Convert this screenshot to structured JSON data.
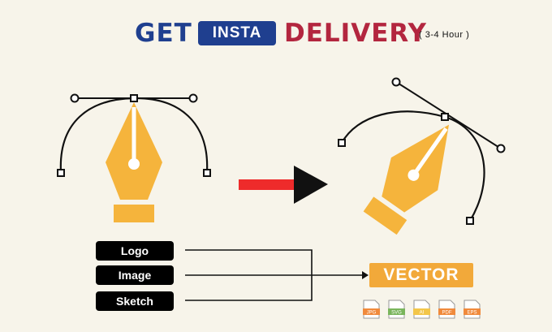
{
  "header": {
    "get": "GET",
    "insta": "INSTA",
    "delivery": "DELIVERY",
    "hours": "( 3-4 Hour )"
  },
  "inputs": [
    {
      "label": "Logo"
    },
    {
      "label": "Image"
    },
    {
      "label": "Sketch"
    }
  ],
  "output": {
    "label": "VECTOR"
  },
  "formats": [
    "JPG",
    "SVG",
    "AI",
    "PDF",
    "EPS"
  ],
  "colors": {
    "navy": "#1f3f8f",
    "crimson": "#b3263f",
    "pen_orange": "#f5b43c",
    "arrow_red": "#ee2b2b",
    "badge_orange": "#f2a93a"
  },
  "icons": {
    "left_pen": "pen-tool-icon",
    "right_pen": "pen-tool-icon",
    "transform_arrow": "arrow-right-icon"
  }
}
